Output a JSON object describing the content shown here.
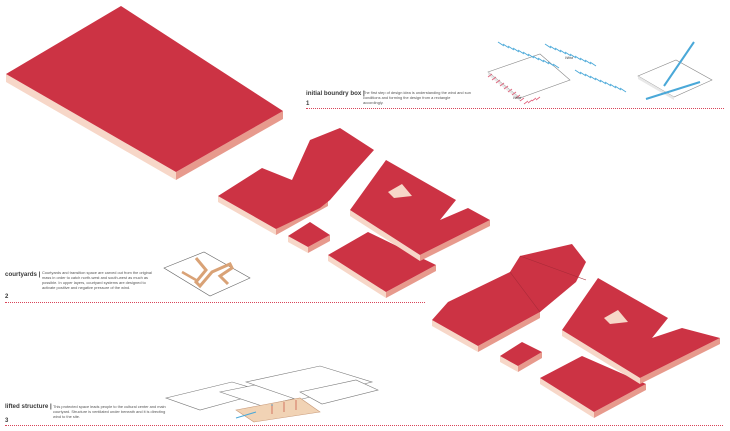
{
  "colors": {
    "mass_top": "#cc3344",
    "mass_side_light": "#f7d7c8",
    "mass_side_dark": "#e79a8d",
    "separator": "#d9455a",
    "wind_blue": "#4aa8d8",
    "wind_pink": "#e0607a",
    "courtyard_tan": "#d9a276"
  },
  "steps": [
    {
      "title": "initial boundry box |",
      "number": "1",
      "description": "The first step of design idea is understanding the wind and sun conditions and forming the design from a rectangle accordingly."
    },
    {
      "title": "courtyards |",
      "number": "2",
      "description": "Courtyards and transition space are carved out from the original mass in order to catch north-west and south-west as much as possible. In upper layers, courtyard systems are designed to activate positive and negative pressure of the wind."
    },
    {
      "title": "lifted structure |",
      "number": "3",
      "description": "This protected space leads people to the cultural center and main courtyard. Structure is ventilated under beneath and it is directing wind to the site."
    }
  ],
  "wind_labels": [
    "Wind",
    "Wind"
  ],
  "icons": [
    "wind-arrows-icon",
    "courtyard-plan-icon",
    "lifted-structure-sketch-icon"
  ]
}
